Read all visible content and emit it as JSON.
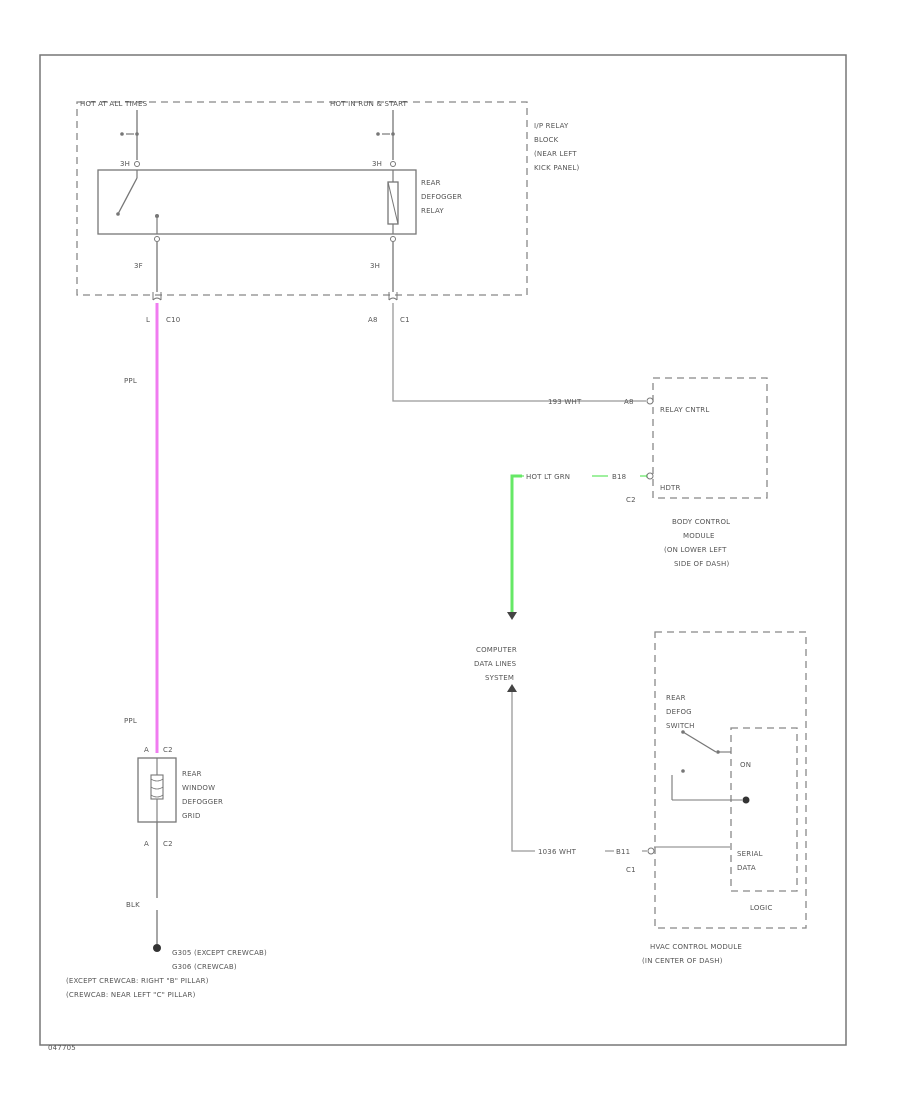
{
  "relay_block": {
    "hot_at_all_times": "HOT AT ALL TIMES",
    "hot_in_run_start": "HOT IN RUN & START",
    "label_lines": [
      "I/P RELAY",
      "BLOCK",
      "(NEAR LEFT",
      "KICK PANEL)"
    ],
    "pin_top_left": "3H",
    "pin_top_right": "3H",
    "pin_bottom_left": "3F",
    "pin_bottom_right": "3H",
    "relay_name_lines": [
      "REAR",
      "DEFOGGER",
      "RELAY"
    ]
  },
  "connectors": {
    "left_pin": "L",
    "left_conn": "C10",
    "right_pin": "A8",
    "right_conn": "C1"
  },
  "wires": {
    "ppl_top": "PPL",
    "ppl_bottom": "PPL",
    "relay_ctrl_wire": "193 WHT",
    "data_wire": "HOT LT GRN",
    "data_pin": "B18",
    "serial_wire": "1036 WHT",
    "serial_pin": "B11",
    "serial_conn": "C1",
    "ground_wire": "BLK",
    "colors": {
      "ppl": "#f07cf0",
      "lt_grn": "#66e866",
      "wire": "#9a9a9a"
    }
  },
  "bcm": {
    "pin_relay": "A8",
    "relay_ctrl": "RELAY CNTRL",
    "data": "HDTR",
    "conn": "C2",
    "label_lines": [
      "BODY CONTROL",
      "MODULE",
      "(ON LOWER LEFT",
      "SIDE OF DASH)"
    ]
  },
  "cdl": {
    "label_lines": [
      "COMPUTER",
      "DATA LINES",
      "SYSTEM"
    ]
  },
  "grid": {
    "pin_top": "A",
    "conn_top": "C2",
    "pin_bottom": "A",
    "conn_bottom": "C2",
    "label_lines": [
      "REAR",
      "WINDOW",
      "DEFOGGER",
      "GRID"
    ]
  },
  "hvac": {
    "switch_lines": [
      "REAR",
      "DEFOG",
      "SWITCH"
    ],
    "on": "ON",
    "serial_lines": [
      "SERIAL",
      "DATA"
    ],
    "logic": "LOGIC",
    "label_lines": [
      "HVAC CONTROL MODULE",
      "(IN CENTER OF DASH)"
    ]
  },
  "ground": {
    "label_lines": [
      "G305 (EXCEPT CREWCAB)",
      "G306 (CREWCAB)",
      "(EXCEPT CREWCAB: RIGHT \"B\" PILLAR)",
      "(CREWCAB: NEAR LEFT \"C\" PILLAR)"
    ]
  },
  "footer_code": "047705"
}
